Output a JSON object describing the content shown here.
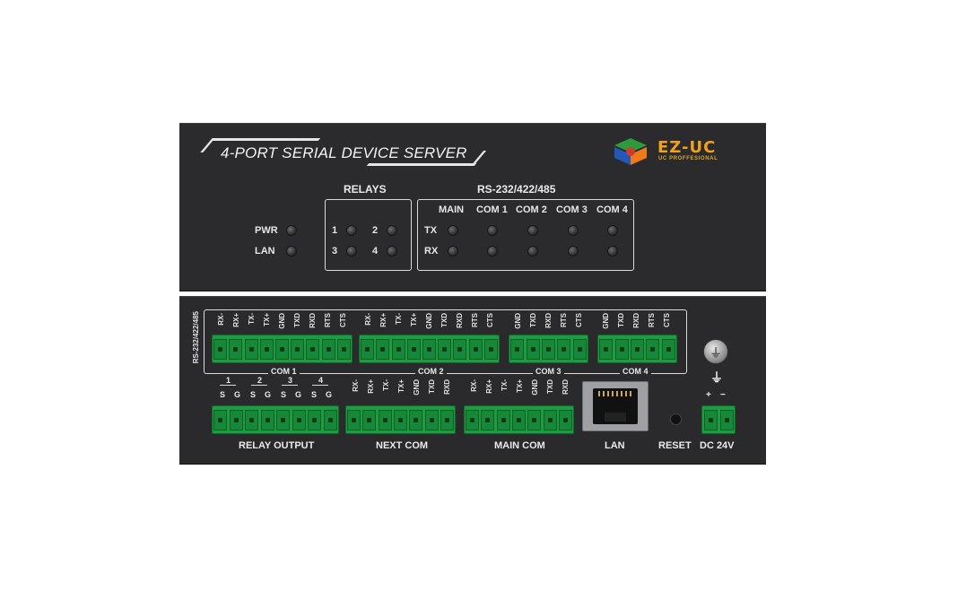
{
  "front": {
    "title": "4-PORT SERIAL DEVICE SERVER",
    "logo": {
      "name": "EZ-UC",
      "tagline": "UC PROFFESIONAL"
    },
    "status_labels": {
      "pwr": "PWR",
      "lan": "LAN"
    },
    "relays": {
      "title": "RELAYS",
      "channels": [
        "1",
        "2",
        "3",
        "4"
      ]
    },
    "serial": {
      "title": "RS-232/422/485",
      "columns": [
        "MAIN",
        "COM 1",
        "COM 2",
        "COM 3",
        "COM 4"
      ],
      "rows": [
        "TX",
        "RX"
      ]
    }
  },
  "rear": {
    "side_label": "RS-232/422/485",
    "com_groups": [
      {
        "name": "COM 1",
        "pins": [
          "RX-",
          "RX+",
          "TX-",
          "TX+",
          "GND",
          "TXD",
          "RXD",
          "RTS",
          "CTS"
        ]
      },
      {
        "name": "COM 2",
        "pins": [
          "RX-",
          "RX+",
          "TX-",
          "TX+",
          "GND",
          "TXD",
          "RXD",
          "RTS",
          "CTS"
        ]
      },
      {
        "name": "COM 3",
        "pins": [
          "GND",
          "TXD",
          "RXD",
          "RTS",
          "CTS"
        ]
      },
      {
        "name": "COM 4",
        "pins": [
          "GND",
          "TXD",
          "RXD",
          "RTS",
          "CTS"
        ]
      }
    ],
    "relay_output": {
      "label": "RELAY OUTPUT",
      "channels": [
        "1",
        "2",
        "3",
        "4"
      ],
      "pins": [
        "S",
        "G",
        "S",
        "G",
        "S",
        "G",
        "S",
        "G"
      ]
    },
    "next_com": {
      "label": "NEXT COM",
      "pins": [
        "RX-",
        "RX+",
        "TX-",
        "TX+",
        "GND",
        "TXD",
        "RXD"
      ]
    },
    "main_com": {
      "label": "MAIN COM",
      "pins": [
        "RX-",
        "RX+",
        "TX-",
        "TX+",
        "GND",
        "TXD",
        "RXD"
      ]
    },
    "lan_label": "LAN",
    "reset_label": "RESET",
    "power": {
      "label": "DC 24V",
      "plus": "+",
      "minus": "−",
      "ground_symbol": "⏚"
    }
  },
  "colors": {
    "panel": "#2b2b2d",
    "terminal_green": "#1e9b43",
    "logo_orange": "#f0a020"
  }
}
